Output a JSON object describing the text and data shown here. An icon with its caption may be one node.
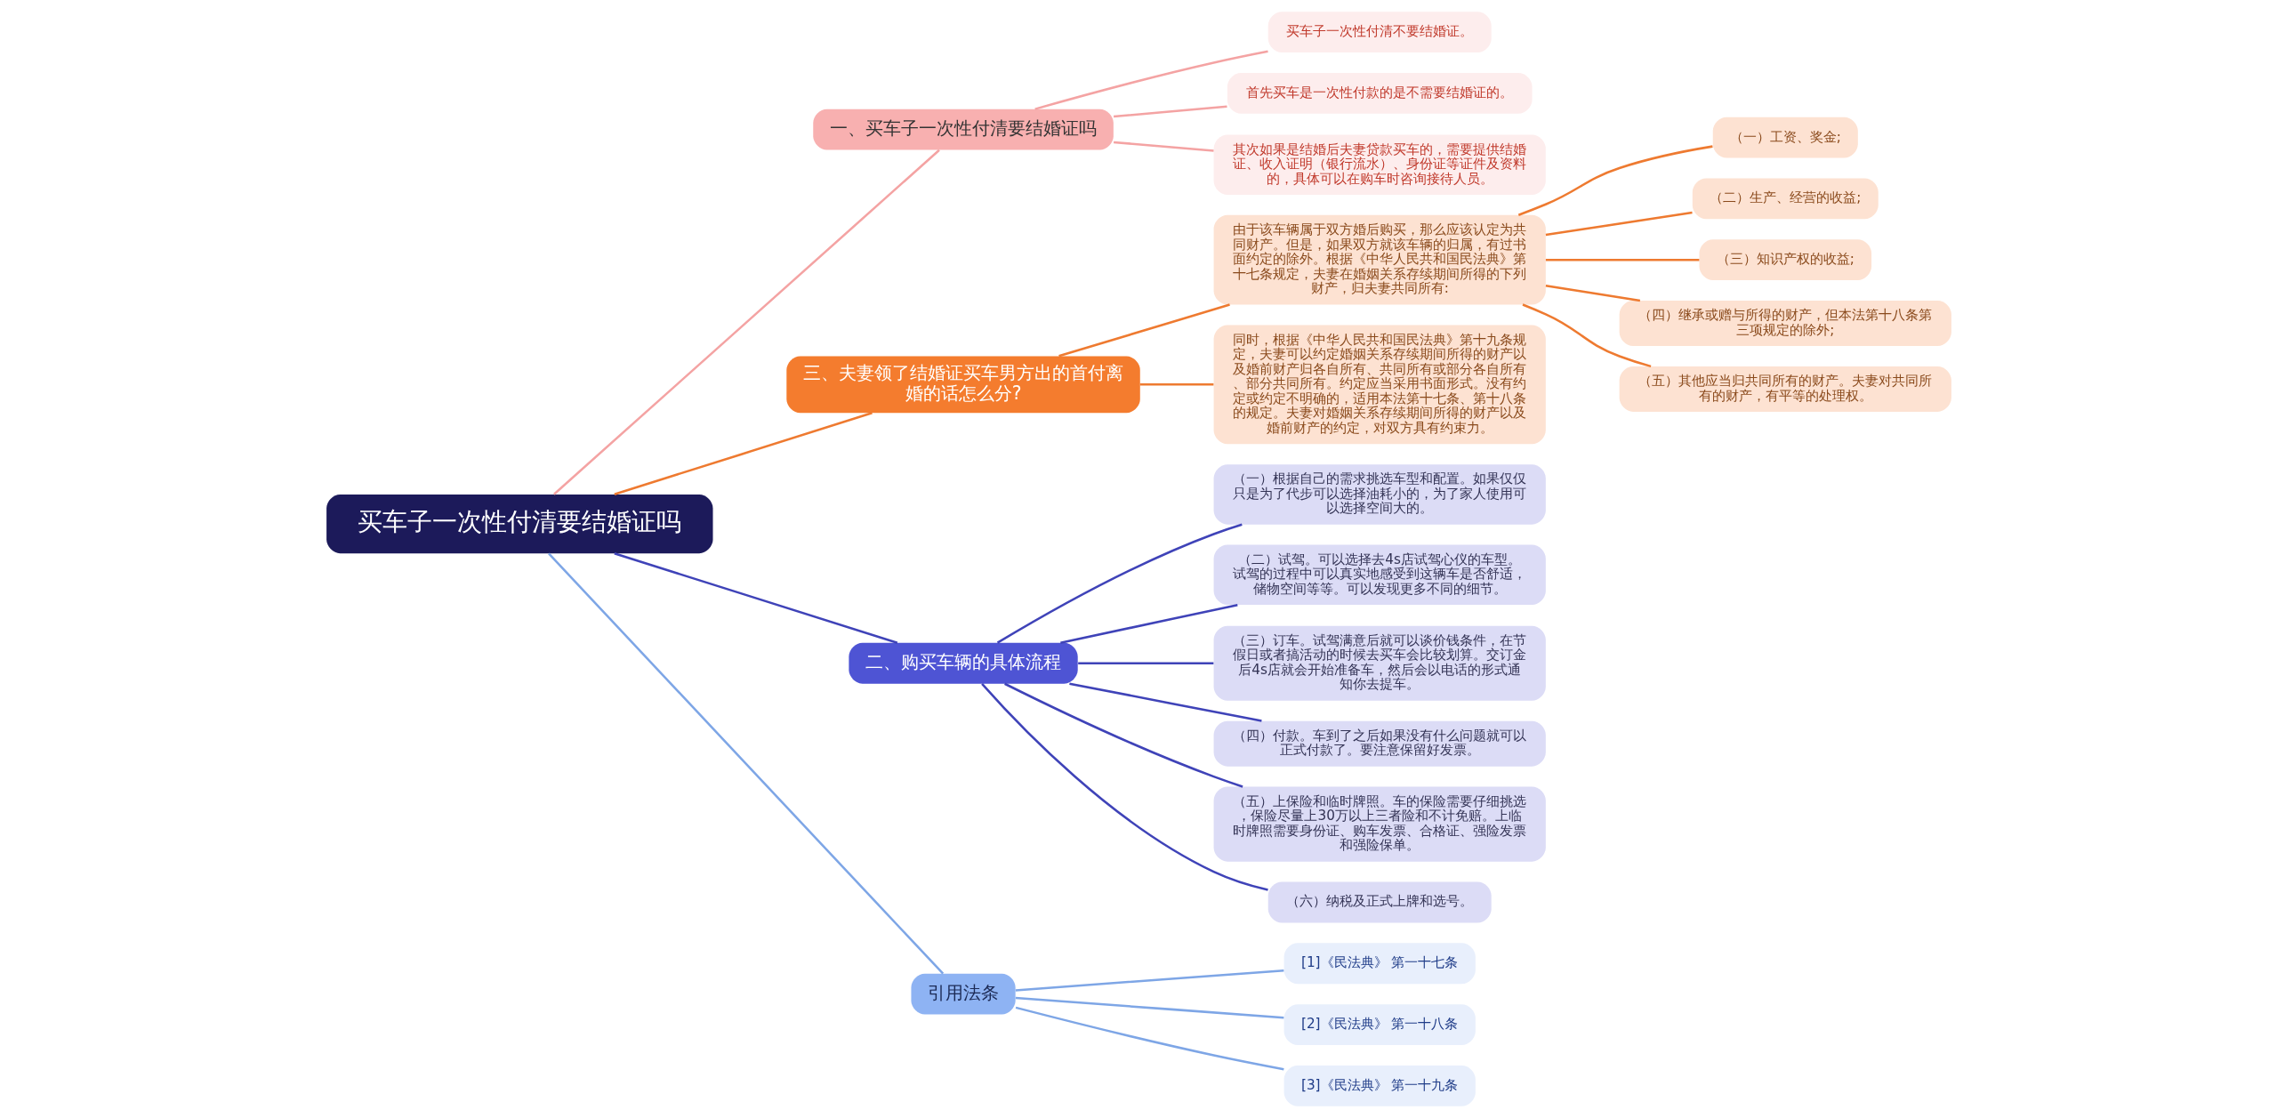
{
  "diagram": {
    "nodes": [
      {
        "text": [
          "买车子一次性付清要结婚证吗"
        ]
      },
      {
        "text": [
          "一、买车子一次性付清要结婚证吗"
        ]
      },
      {
        "text": [
          "买车子一次性付清不要结婚证。"
        ]
      },
      {
        "text": [
          "首先买车是一次性付款的是不需要结婚证的。"
        ]
      },
      {
        "text": [
          "其次如果是结婚后夫妻贷款买车的，需要提供结婚证、收入证明（银行流水）、身份证等证件及资料的，具体可以在购车时咨询接待人员。"
        ]
      },
      {
        "text": [
          "三、夫妻领了结婚证买车男方出的首付离婚的话怎么分?"
        ]
      },
      {
        "text": [
          "由于该车辆属于双方婚后购买，那么应该认定为共同财产。但是，如果双方就该车辆的归属，有过书面约定的除外。根据《中华人民共和国民法典》第十七条规定，夫妻在婚姻关系存续期间所得的下列财产，归夫妻共同所有:"
        ]
      },
      {
        "text": [
          "（一）工资、奖金;"
        ]
      },
      {
        "text": [
          "（二）生产、经营的收益;"
        ]
      },
      {
        "text": [
          "（三）知识产权的收益;"
        ]
      },
      {
        "text": [
          "（四）继承或赠与所得的财产，但本法第十八条第三项规定的除外;"
        ]
      },
      {
        "text": [
          "（五）其他应当归共同所有的财产。夫妻对共同所有的财产，有平等的处理权。"
        ]
      },
      {
        "text": [
          "同时，根据《中华人民共和国民法典》第十九条规定，夫妻可以约定婚姻关系存续期间所得的财产以及婚前财产归各自所有、共同所有或部分各自所有、部分共同所有。约定应当采用书面形式。没有约定或约定不明确的，适用本法第十七条、第十八条的规定。夫妻对婚姻关系存续期间所得的财产以及婚前财产的约定，对双方具有约束力。"
        ]
      },
      {
        "text": [
          "二、购买车辆的具体流程"
        ]
      },
      {
        "text": [
          "（一）根据自己的需求挑选车型和配置。如果仅仅只是为了代步可以选择油耗小的，为了家人使用可以选择空间大的。"
        ]
      },
      {
        "text": [
          "（二）试驾。可以选择去4s店试驾心仪的车型。试驾的过程中可以真实地感受到这辆车是否舒适，储物空间等等。可以发现更多不同的细节。"
        ]
      },
      {
        "text": [
          "（三）订车。试驾满意后就可以谈价钱条件，在节假日或者搞活动的时候去买车会比较划算。交订金后4s店就会开始准备车，然后会以电话的形式通知你去提车。"
        ]
      },
      {
        "text": [
          "（四）付款。车到了之后如果没有什么问题就可以正式付款了。要注意保留好发票。"
        ]
      },
      {
        "text": [
          "（五）上保险和临时牌照。车的保险需要仔细挑选，保险尽量上30万以上三者险和不计免赔。上临时牌照需要身份证、购车发票、合格证、强险发票和强险保单。"
        ]
      },
      {
        "text": [
          "（六）纳税及正式上牌和选号。"
        ]
      },
      {
        "text": [
          "引用法条"
        ]
      },
      {
        "text": [
          "[1]《民法典》 第一十七条"
        ]
      },
      {
        "text": [
          "[2]《民法典》 第一十八条"
        ]
      },
      {
        "text": [
          "[3]《民法典》 第一十九条"
        ]
      }
    ],
    "edges": [
      {
        "from": 0,
        "to": 1,
        "arrow": "none",
        "color": "#f4a3a3"
      },
      {
        "from": 1,
        "to": 2,
        "arrow": "none",
        "color": "#f4a3a3"
      },
      {
        "from": 1,
        "to": 3,
        "arrow": "none",
        "color": "#f4a3a3"
      },
      {
        "from": 1,
        "to": 4,
        "arrow": "none",
        "color": "#f4a3a3"
      },
      {
        "from": 0,
        "to": 5,
        "arrow": "none",
        "color": "#ee7a30"
      },
      {
        "from": 5,
        "to": 6,
        "arrow": "none",
        "color": "#ee7a30"
      },
      {
        "from": 6,
        "to": 7,
        "arrow": "none",
        "color": "#ee7a30"
      },
      {
        "from": 6,
        "to": 8,
        "arrow": "none",
        "color": "#ee7a30"
      },
      {
        "from": 6,
        "to": 9,
        "arrow": "none",
        "color": "#ee7a30"
      },
      {
        "from": 6,
        "to": 10,
        "arrow": "none",
        "color": "#ee7a30"
      },
      {
        "from": 6,
        "to": 11,
        "arrow": "none",
        "color": "#ee7a30"
      },
      {
        "from": 5,
        "to": 12,
        "arrow": "none",
        "color": "#ee7a30"
      },
      {
        "from": 0,
        "to": 13,
        "arrow": "none",
        "color": "#3f43b8"
      },
      {
        "from": 13,
        "to": 14,
        "arrow": "none",
        "color": "#3f43b8"
      },
      {
        "from": 13,
        "to": 15,
        "arrow": "none",
        "color": "#3f43b8"
      },
      {
        "from": 13,
        "to": 16,
        "arrow": "none",
        "color": "#3f43b8"
      },
      {
        "from": 13,
        "to": 17,
        "arrow": "none",
        "color": "#3f43b8"
      },
      {
        "from": 13,
        "to": 18,
        "arrow": "none",
        "color": "#3f43b8"
      },
      {
        "from": 13,
        "to": 19,
        "arrow": "none",
        "color": "#3f43b8"
      },
      {
        "from": 0,
        "to": 20,
        "arrow": "none",
        "color": "#7ea6e6"
      },
      {
        "from": 20,
        "to": 21,
        "arrow": "none",
        "color": "#7ea6e6"
      },
      {
        "from": 20,
        "to": 22,
        "arrow": "none",
        "color": "#7ea6e6"
      },
      {
        "from": 20,
        "to": 23,
        "arrow": "none",
        "color": "#7ea6e6"
      }
    ]
  }
}
